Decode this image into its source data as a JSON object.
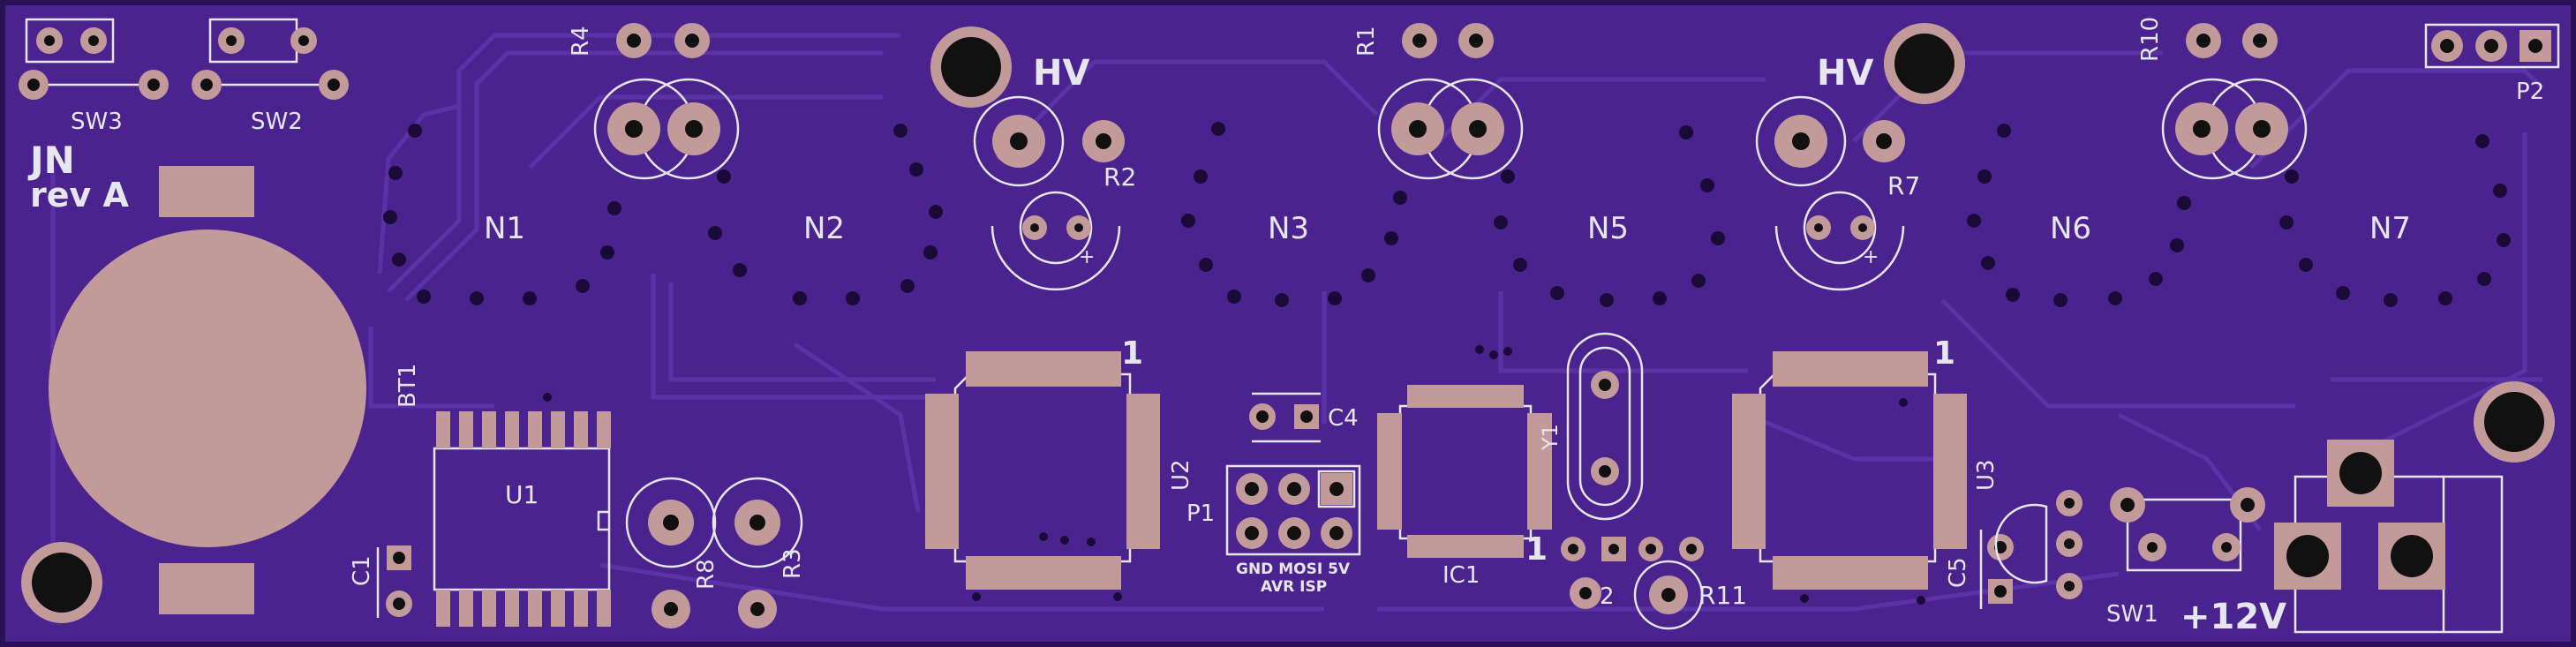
{
  "board": {
    "colors": {
      "substrate": "#3d1c84",
      "mask": "#4a238f",
      "trace": "#5a32a6",
      "pad": "#c39a9a",
      "hole": "#111111",
      "silk": "#e6e6f0",
      "edge": "#2a1157"
    },
    "labels": {
      "board_name": "JN",
      "revision": "rev A",
      "hv_left": "HV",
      "hv_right": "HV",
      "power": "+12V",
      "isp_line1": "GND MOSI 5V",
      "isp_line2": "AVR ISP",
      "pin1_u2": "1",
      "pin1_u3": "1",
      "pin1_ic1": "1",
      "pin2_r11": "2"
    },
    "tubes": [
      "N1",
      "N2",
      "N3",
      "N5",
      "N6",
      "N7"
    ],
    "designators": {
      "sw3": "SW3",
      "sw2": "SW2",
      "sw1": "SW1",
      "r4": "R4",
      "r1": "R1",
      "r10": "R10",
      "r2": "R2",
      "r7": "R7",
      "r8": "R8",
      "r3": "R3",
      "r11": "R11",
      "bt1": "BT1",
      "u1": "U1",
      "u2": "U2",
      "u3": "U3",
      "ic1": "IC1",
      "c1": "C1",
      "c4": "C4",
      "c5": "C5",
      "p1": "P1",
      "p2": "P2",
      "y1": "Y1"
    }
  }
}
